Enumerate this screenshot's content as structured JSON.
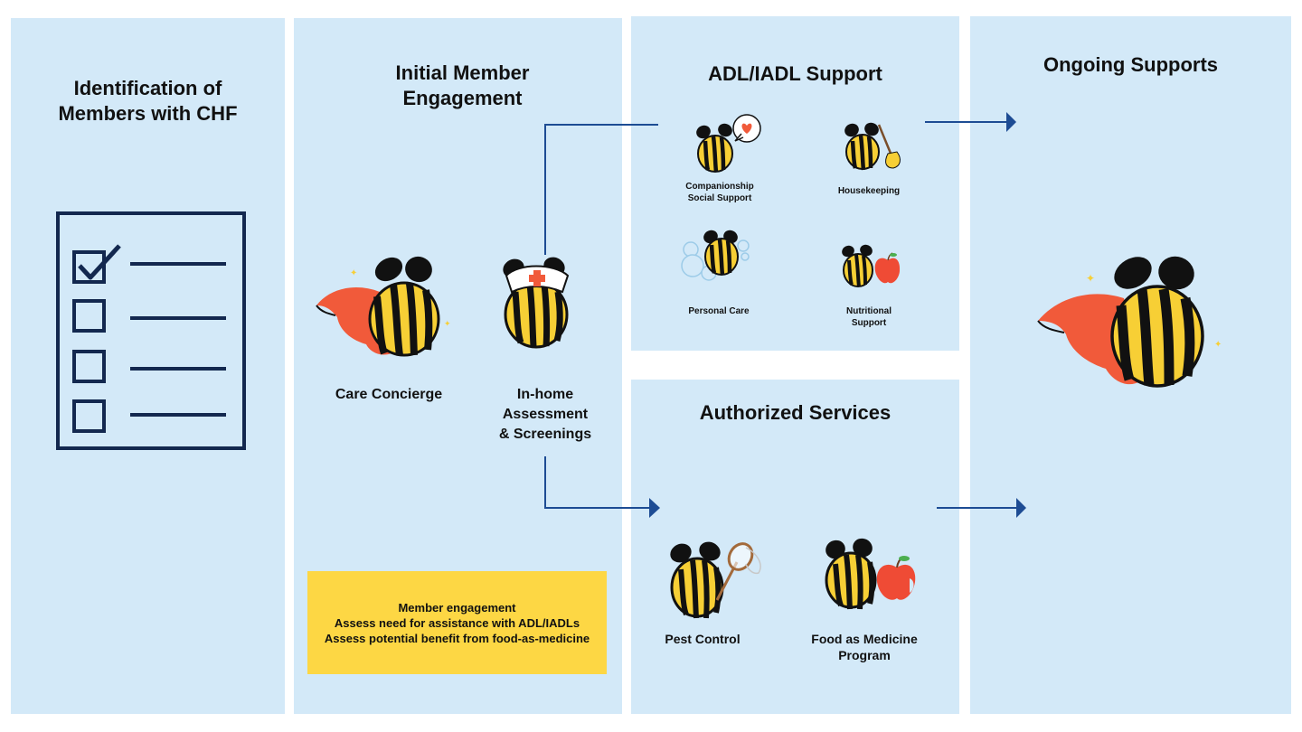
{
  "colors": {
    "panel": "#d3e9f8",
    "arrow": "#1d4c94",
    "navy": "#13284f",
    "note": "#fdd744",
    "bee_yellow": "#f7cf35",
    "bee_black": "#111111",
    "cape": "#f15a3a",
    "apple": "#ef4b35"
  },
  "columns": {
    "identification": {
      "title_lines": [
        "Identification of",
        "Members with CHF"
      ],
      "icon": "checklist-icon"
    },
    "engagement": {
      "title_lines": [
        "Initial Member",
        "Engagement"
      ],
      "care_concierge": "Care Concierge",
      "assessment_lines": [
        "In-home",
        "Assessment",
        "& Screenings"
      ],
      "note_lines": [
        "Member engagement",
        "Assess need for assistance with ADL/IADLs",
        "Assess potential benefit from food-as-medicine"
      ]
    },
    "adl": {
      "title": "ADL/IADL Support",
      "companionship_lines": [
        "Companionship",
        "Social Support"
      ],
      "housekeeping": "Housekeeping",
      "personal_care": "Personal Care",
      "nutritional_lines": [
        "Nutritional",
        "Support"
      ]
    },
    "authorized": {
      "title": "Authorized Services",
      "pest_control": "Pest Control",
      "food_lines": [
        "Food as Medicine",
        "Program"
      ]
    },
    "ongoing": {
      "title": "Ongoing Supports"
    }
  }
}
